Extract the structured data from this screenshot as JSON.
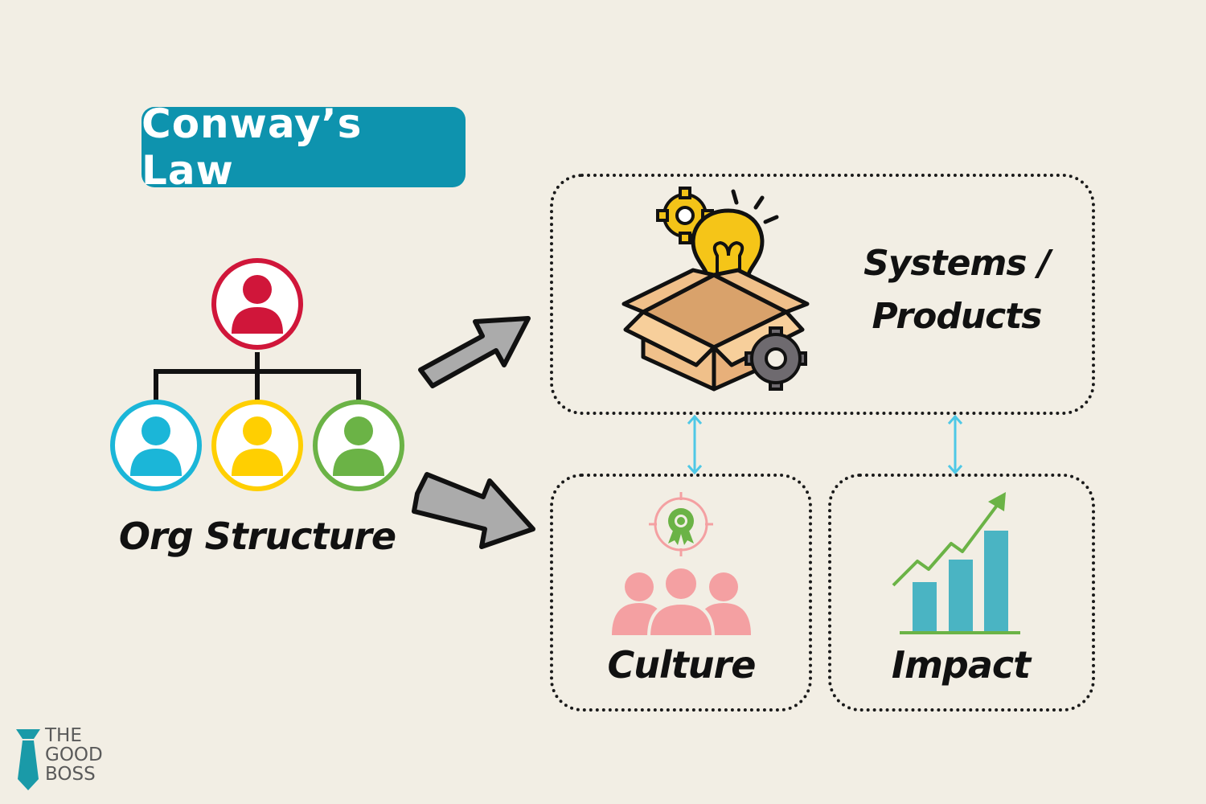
{
  "title": "Conway’s Law",
  "org": {
    "label": "Org Structure"
  },
  "systems": {
    "label_line1": "Systems /",
    "label_line2": "Products"
  },
  "culture": {
    "label": "Culture"
  },
  "impact": {
    "label": "Impact"
  },
  "logo": {
    "line1": "THE",
    "line2": "GOOD",
    "line3": "BOSS"
  },
  "colors": {
    "background": "#f2eee4",
    "title_badge": "#0e93ae",
    "person_top": "#d0163a",
    "person_blue": "#1bb6d8",
    "person_yellow": "#ffcf01",
    "person_green": "#6bb346",
    "arrow_fill": "#ababab",
    "link_arrow": "#4fc8e6",
    "bars": "#4ab4c3",
    "trend": "#6bb346",
    "culture_people": "#f4a0a2"
  },
  "icons": [
    "org-chart-icon",
    "idea-box-icon",
    "culture-team-icon",
    "growth-chart-icon",
    "tie-logo-icon"
  ]
}
